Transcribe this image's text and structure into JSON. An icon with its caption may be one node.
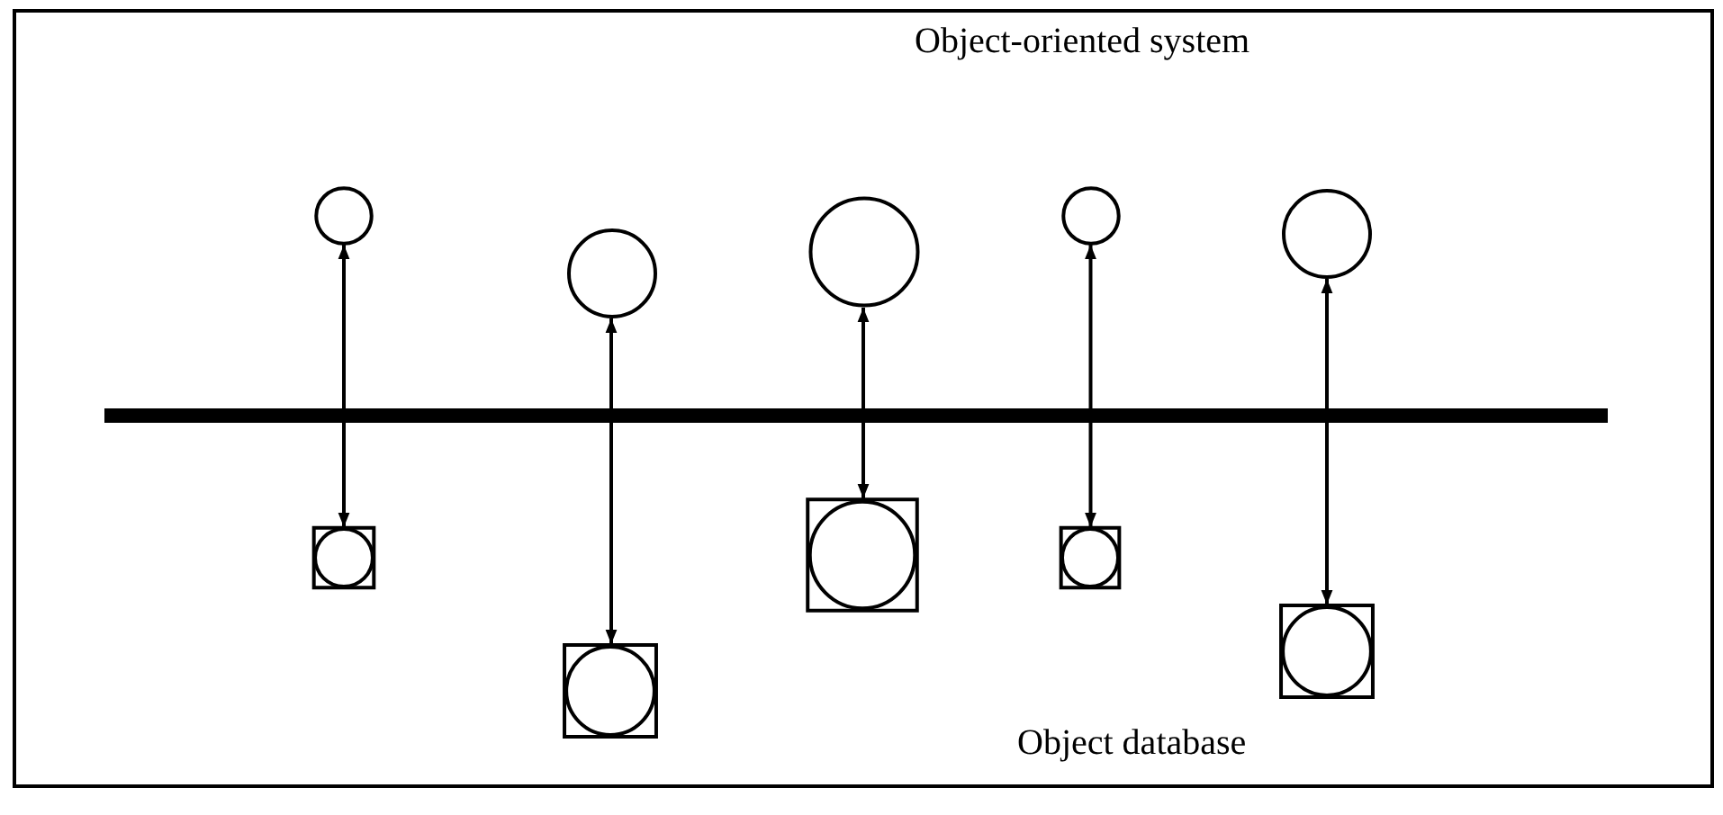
{
  "diagram": {
    "nodes": [
      {
        "text": [],
        "shape": "circle"
      },
      {
        "text": [],
        "shape": "circle"
      },
      {
        "text": [],
        "shape": "circle"
      },
      {
        "text": [],
        "shape": "circle"
      },
      {
        "text": [],
        "shape": "circle"
      },
      {
        "text": [],
        "shape": "box"
      },
      {
        "text": [],
        "shape": "box"
      },
      {
        "text": [],
        "shape": "box"
      },
      {
        "text": [],
        "shape": "box"
      },
      {
        "text": [],
        "shape": "box"
      }
    ],
    "edges": [
      {
        "from": 0,
        "to": 5,
        "arrow": "both"
      },
      {
        "from": 1,
        "to": 6,
        "arrow": "both"
      },
      {
        "from": 2,
        "to": 7,
        "arrow": "both"
      },
      {
        "from": 3,
        "to": 8,
        "arrow": "both"
      },
      {
        "from": 4,
        "to": 9,
        "arrow": "both"
      }
    ],
    "labels": [
      "Object-oriented system",
      "Object database"
    ]
  }
}
